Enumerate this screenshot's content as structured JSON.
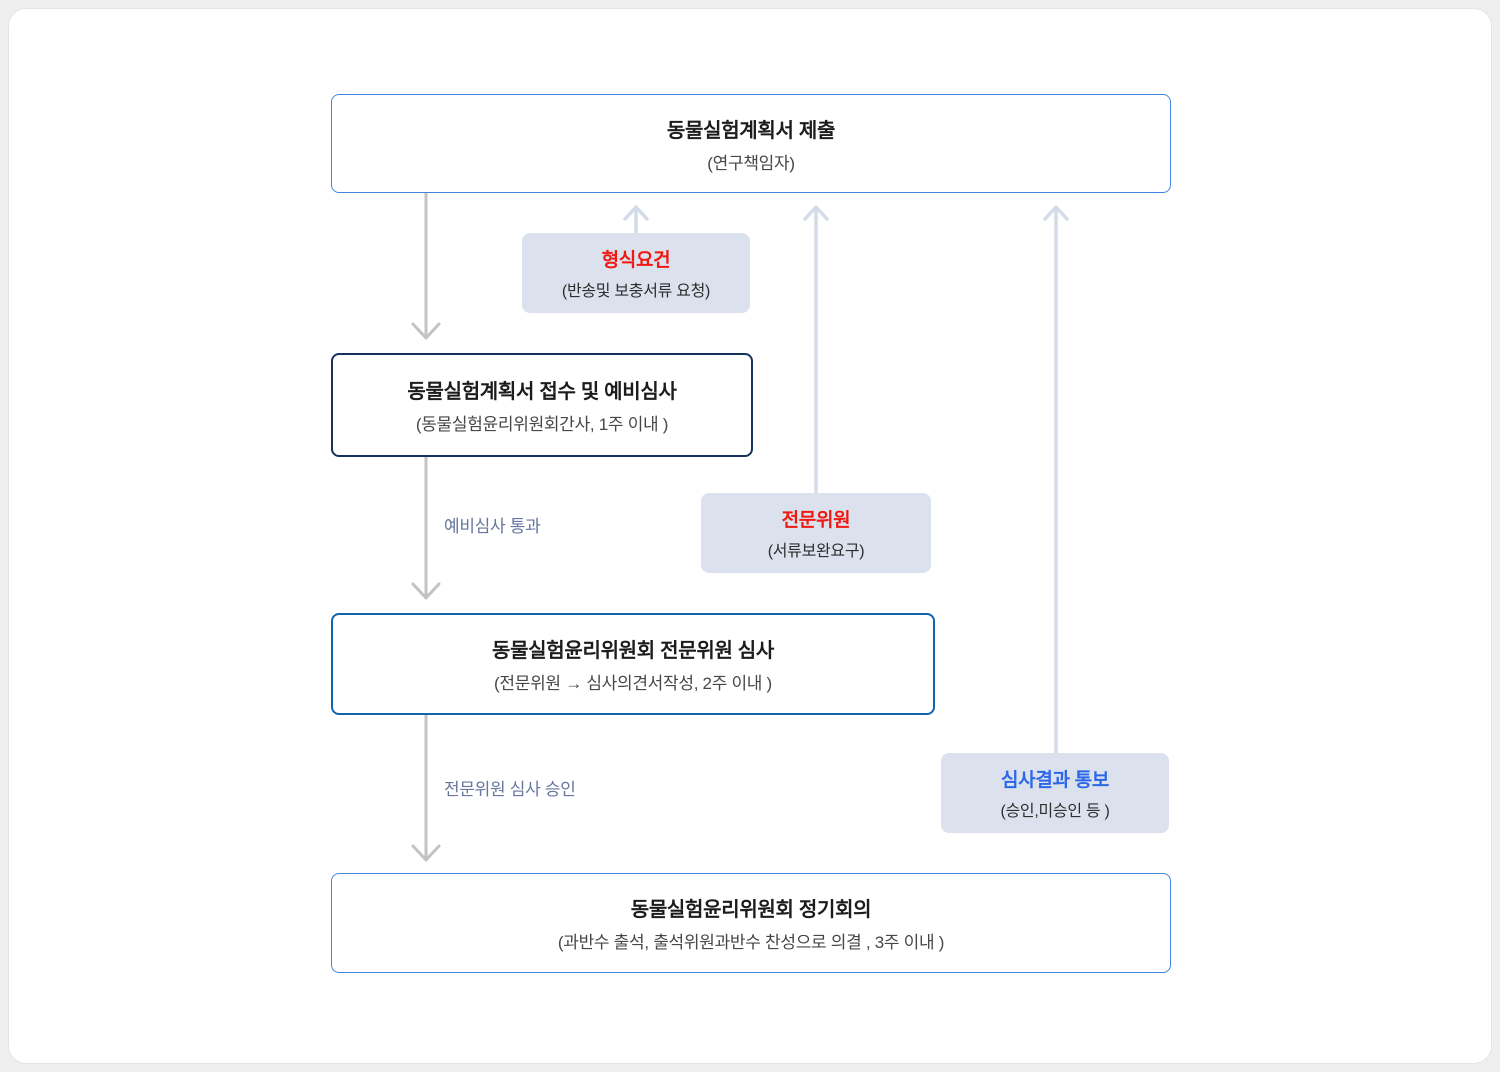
{
  "diagram": {
    "title_semantic": "animal-experiment-ethics-review-process-flowchart",
    "nodes": {
      "submit": {
        "title": "동물실험계획서 제출",
        "subtitle": "(연구책임자)"
      },
      "receipt": {
        "title": "동물실험계획서 접수 및 예비심사",
        "subtitle": "(동물실험윤리위원회간사, 1주 이내 )"
      },
      "expert": {
        "title": "동물실험윤리위원회 전문위원 심사",
        "subtitle": "(전문위원 → 심사의견서작성, 2주 이내 )"
      },
      "meeting": {
        "title": "동물실험윤리위원회 정기회의",
        "subtitle": "(과반수 출석, 출석위원과반수 찬성으로 의결 , 3주 이내 )"
      }
    },
    "callouts": {
      "formal": {
        "title": "형식요건",
        "subtitle": "(반송및 보충서류 요청)",
        "title_color": "#f01911"
      },
      "expert": {
        "title": "전문위원",
        "subtitle": "(서류보완요구)",
        "title_color": "#f01911"
      },
      "result": {
        "title": "심사결과 통보",
        "subtitle": "(승인,미승인 등  )",
        "title_color": "#2c67e8"
      }
    },
    "edge_labels": {
      "prelim_pass": "예비심사 통과",
      "expert_approval": "전문위원 심사 승인"
    },
    "colors": {
      "node_border_light_blue": "#4286db",
      "node_border_navy": "#16325c",
      "node_border_blue": "#1064ad",
      "callout_background": "#dbe2ee",
      "callout_title_red": "#f01911",
      "callout_title_blue": "#2c67e8",
      "edge_label_text": "#66769e",
      "arrow_down_gray": "#c3c3c3",
      "arrow_up_light_blue": "#d3dce8",
      "panel_background": "#ffffff",
      "page_background": "#efeff0"
    }
  }
}
